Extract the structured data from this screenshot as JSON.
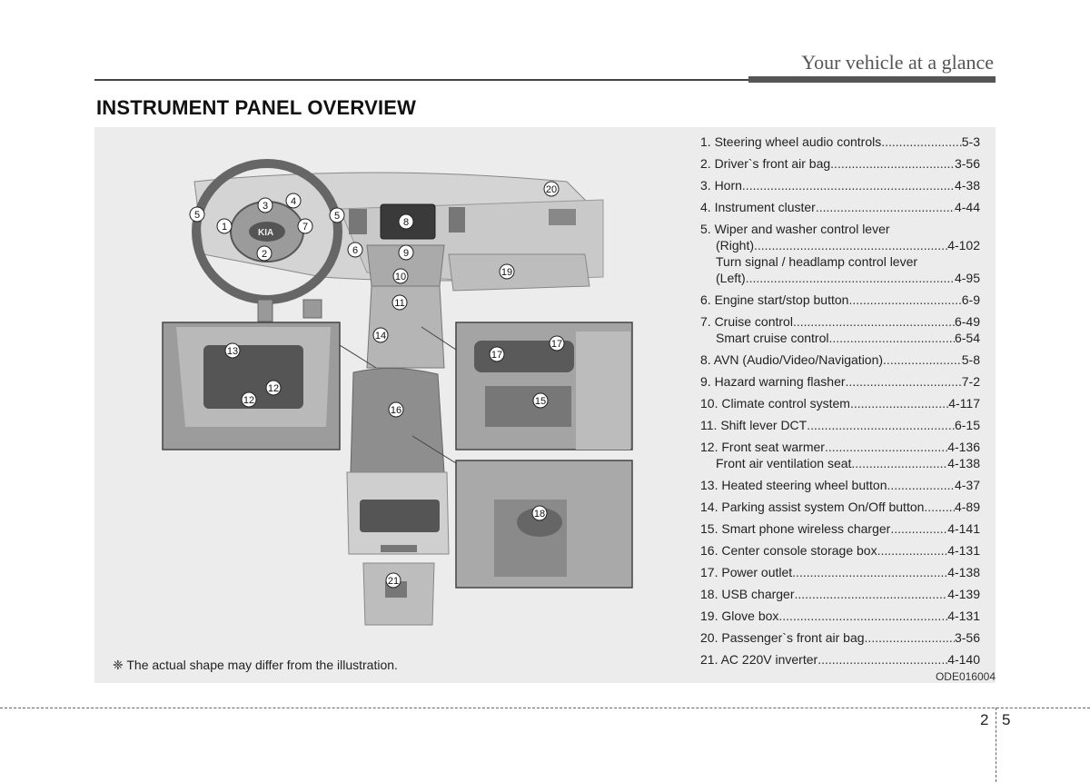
{
  "header": {
    "title": "Your vehicle at a glance"
  },
  "section": {
    "title": "INSTRUMENT PANEL OVERVIEW"
  },
  "illustration": {
    "callouts": [
      "1",
      "2",
      "3",
      "4",
      "5",
      "5",
      "6",
      "7",
      "8",
      "9",
      "10",
      "11",
      "12",
      "12",
      "13",
      "14",
      "15",
      "16",
      "17",
      "17",
      "18",
      "19",
      "20",
      "21"
    ]
  },
  "legend": [
    {
      "label": "1. Steering wheel audio controls",
      "page": "5-3"
    },
    {
      "label": "2. Driver`s front air bag",
      "page": "3-56"
    },
    {
      "label": "3. Horn",
      "page": "4-38"
    },
    {
      "label": "4. Instrument cluster",
      "page": "4-44"
    },
    {
      "label": "5. Wiper and washer control lever",
      "page": "",
      "sub": [
        {
          "label": "(Right)",
          "page": "4-102"
        },
        {
          "label": "Turn signal / headlamp control lever",
          "page": ""
        },
        {
          "label": "(Left)",
          "page": "4-95"
        }
      ]
    },
    {
      "label": "6. Engine start/stop button",
      "page": "6-9"
    },
    {
      "label": "7. Cruise control",
      "page": "6-49",
      "sub": [
        {
          "label": "Smart cruise control",
          "page": "6-54"
        }
      ]
    },
    {
      "label": "8. AVN (Audio/Video/Navigation)",
      "page": "5-8"
    },
    {
      "label": "9. Hazard warning flasher",
      "page": "7-2"
    },
    {
      "label": "10. Climate control system",
      "page": "4-117"
    },
    {
      "label": "11. Shift lever DCT",
      "page": "6-15"
    },
    {
      "label": "12. Front seat warmer",
      "page": "4-136",
      "sub": [
        {
          "label": "Front air ventilation seat",
          "page": "4-138"
        }
      ]
    },
    {
      "label": "13. Heated steering wheel button",
      "page": "4-37"
    },
    {
      "label": "14. Parking assist system On/Off button",
      "page": "4-89"
    },
    {
      "label": "15. Smart phone wireless charger",
      "page": "4-141"
    },
    {
      "label": "16. Center console storage box",
      "page": "4-131"
    },
    {
      "label": "17. Power outlet",
      "page": "4-138"
    },
    {
      "label": "18. USB charger",
      "page": "4-139"
    },
    {
      "label": "19. Glove box",
      "page": "4-131"
    },
    {
      "label": "20. Passenger`s front  air bag",
      "page": "3-56"
    },
    {
      "label": "21. AC 220V inverter",
      "page": "4-140"
    }
  ],
  "note": "❈ The actual shape may differ from the illustration.",
  "image_code": "ODE016004",
  "page": {
    "chapter": "2",
    "number": "5"
  }
}
